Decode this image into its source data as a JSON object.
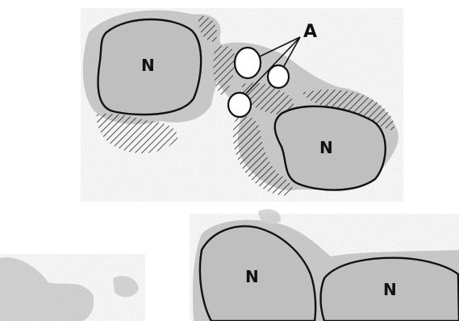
{
  "labels": {
    "nucleus_1": "N",
    "nucleus_2": "N",
    "nucleus_3": "N",
    "nucleus_4": "N",
    "vesicle_marker": "A"
  }
}
